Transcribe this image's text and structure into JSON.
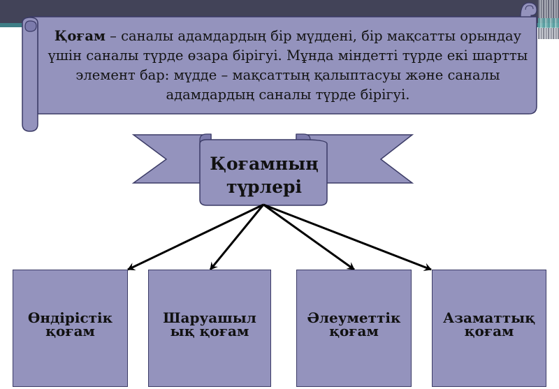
{
  "definition": {
    "term": "Қоғам",
    "dash": " – ",
    "text": "саналы адамдардың бір мүддені, бір мақсатты орындау үшін саналы түрде өзара бірігуі. Мұнда міндетті түрде екі шартты элемент бар: мүдде – мақсаттың қалыптасуы және саналы адамдардың саналы түрде бірігуі."
  },
  "center": {
    "line1": "Қоғамның",
    "line2": "түрлері"
  },
  "types": [
    {
      "line1": "Өндірістік",
      "line2": "қоғам"
    },
    {
      "line1": "Шаруашыл",
      "line2": "ық қоғам"
    },
    {
      "line1": "Әлеуметтік",
      "line2": "қоғам"
    },
    {
      "line1": "Азаматтық",
      "line2": "қоғам"
    }
  ],
  "colors": {
    "shape_fill": "#9493bd",
    "shape_stroke": "#3b3b66",
    "top_bar": "#424358",
    "accent_strip": "#3e7e86",
    "arrow": "#000000"
  }
}
